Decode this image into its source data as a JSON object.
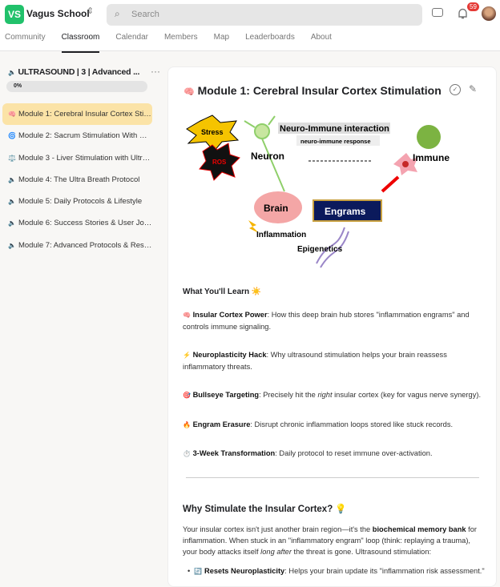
{
  "header": {
    "logo_initials": "VS",
    "school_name": "Vagus School",
    "search_placeholder": "Search",
    "notification_count": "59"
  },
  "tabs": [
    "Community",
    "Classroom",
    "Calendar",
    "Members",
    "Map",
    "Leaderboards",
    "About"
  ],
  "active_tab": "Classroom",
  "sidebar": {
    "course_title": "ULTRASOUND | 3 | Advanced ...",
    "progress_label": "0%",
    "progress": 0,
    "modules": [
      {
        "emoji": "🧠",
        "label": "Module 1: Cerebral Insular Cortex Stim..."
      },
      {
        "emoji": "🌀",
        "label": "Module 2: Sacrum Stimulation With Ul..."
      },
      {
        "emoji": "⚖️",
        "label": "Module 3 - Liver Stimulation with Ultra..."
      },
      {
        "emoji": "🔈",
        "label": "Module 4: The Ultra Breath Protocol"
      },
      {
        "emoji": "🔈",
        "label": "Module 5: Daily Protocols & Lifestyle"
      },
      {
        "emoji": "🔈",
        "label": "Module 6: Success Stories & User Jou..."
      },
      {
        "emoji": "🔈",
        "label": "Module 7: Advanced Protocols & Reso..."
      }
    ]
  },
  "content": {
    "title_emoji": "🧠",
    "title": "Module 1: Cerebral Insular Cortex Stimulation",
    "diagram": {
      "stress": "Stress",
      "ros": "ROS",
      "interaction": "Neuro-Immune interaction",
      "response": "neuro-immune response",
      "neuron": "Neuron",
      "immune": "Immune",
      "brain": "Brain",
      "engrams": "Engrams",
      "inflammation": "Inflammation",
      "epigenetics": "Epigenetics"
    },
    "learn_heading": "What You'll Learn ☀️",
    "learn_items": [
      {
        "emoji": "🧠",
        "bold": "Insular Cortex Power",
        "text": ": How this deep brain hub stores \"inflammation engrams\" and controls immune signaling."
      },
      {
        "emoji": "⚡",
        "bold": "Neuroplasticity Hack",
        "text": ": Why ultrasound stimulation helps your brain reassess inflammatory threats."
      },
      {
        "emoji": "🎯",
        "bold": "Bullseye Targeting",
        "text_before": ": Precisely hit the ",
        "italic": "right",
        "text": " insular cortex (key for vagus nerve synergy)."
      },
      {
        "emoji": "🔥",
        "bold": "Engram Erasure",
        "text": ": Disrupt chronic inflammation loops stored like stuck records."
      },
      {
        "emoji": "⏱️",
        "bold": "3-Week Transformation",
        "text": ": Daily protocol to reset immune over-activation."
      }
    ],
    "why_heading": "Why Stimulate the Insular Cortex? 💡",
    "why_p1": "Your insular cortex isn't just another brain region—it's the ",
    "why_bold": "biochemical memory bank",
    "why_p2": " for inflammation. When stuck in an \"inflammatory engram\" loop (think: replaying a trauma), your body attacks itself ",
    "why_italic": "long after",
    "why_p3": " the threat is gone. Ultrasound stimulation:",
    "bullet": {
      "emoji": "🔄",
      "bold": "Resets Neuroplasticity",
      "text": ": Helps your brain update its \"inflammation risk assessment.\""
    }
  }
}
